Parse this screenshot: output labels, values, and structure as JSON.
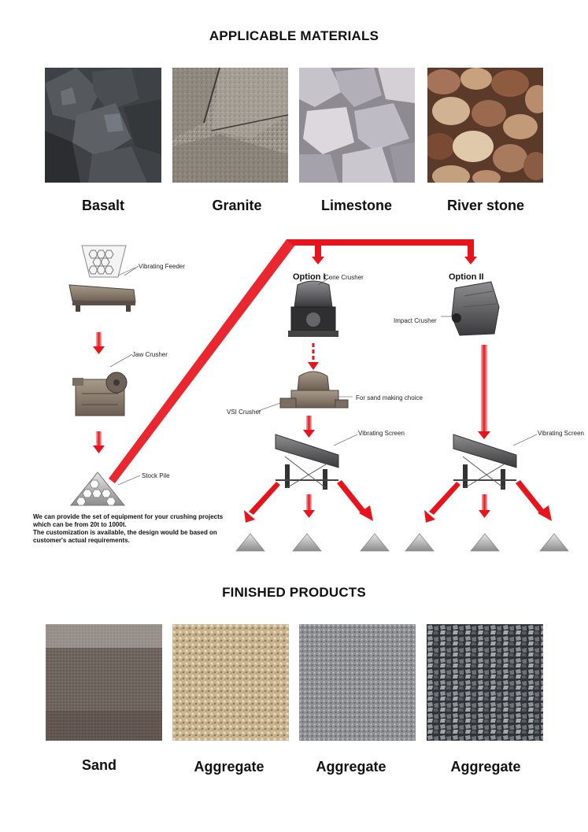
{
  "materials": {
    "title": "APPLICABLE MATERIALS",
    "items": [
      {
        "name": "Basalt"
      },
      {
        "name": "Granite"
      },
      {
        "name": "Limestone"
      },
      {
        "name": "River stone"
      }
    ]
  },
  "flow": {
    "vibrating_feeder": "Vibrating Feeder",
    "jaw_crusher": "Jaw Crusher",
    "stock_pile": "Stock Pile",
    "option1": "Option I",
    "option2": "Option II",
    "cone_crusher": "Cone Crusher",
    "impact_crusher": "Impact Crusher",
    "vsi_crusher": "VSI Crusher",
    "sand_choice": "For sand making choice",
    "vibrating_screen_1": "Vibrating Screen",
    "vibrating_screen_2": "Vibrating Screen",
    "note_line1": "We can provide the set of equipment for your crushing projects",
    "note_line2": "which can be from 20t to 1000t.",
    "note_line3": "The customization is available, the design would be based on",
    "note_line4": "customer's actual requirements.",
    "arrow_color": "#e8141c"
  },
  "products": {
    "title": "FINISHED PRODUCTS",
    "items": [
      {
        "name": "Sand"
      },
      {
        "name": "Aggregate"
      },
      {
        "name": "Aggregate"
      },
      {
        "name": "Aggregate"
      }
    ]
  }
}
